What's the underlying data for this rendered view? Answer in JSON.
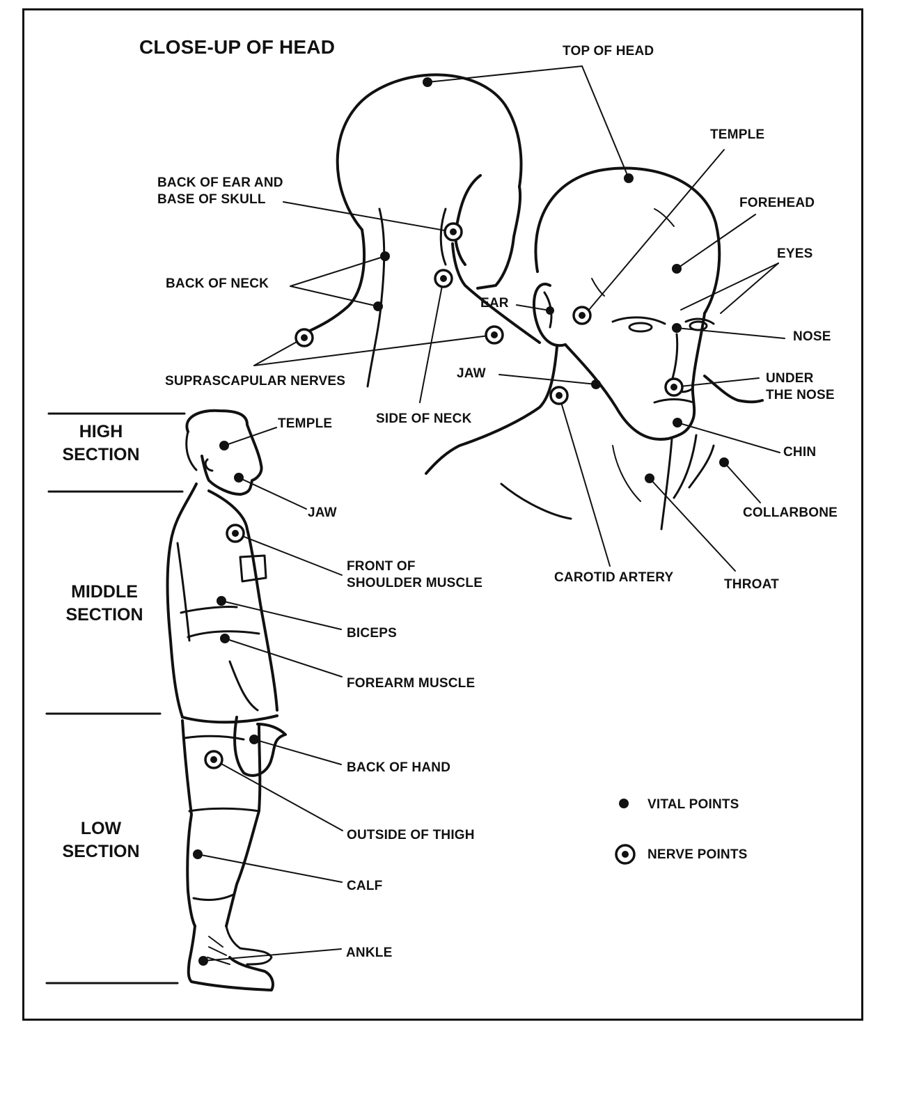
{
  "title": "CLOSE-UP OF HEAD",
  "head_labels": {
    "top_of_head": "TOP OF HEAD",
    "temple": "TEMPLE",
    "back_of_ear": "BACK OF EAR AND\nBASE OF SKULL",
    "forehead": "FOREHEAD",
    "eyes": "EYES",
    "back_of_neck": "BACK OF NECK",
    "ear": "EAR",
    "nose": "NOSE",
    "jaw": "JAW",
    "under_the_nose": "UNDER\nTHE NOSE",
    "suprascapular": "SUPRASCAPULAR NERVES",
    "side_of_neck": "SIDE OF NECK",
    "chin": "CHIN",
    "collarbone": "COLLARBONE",
    "carotid_artery": "CAROTID ARTERY",
    "throat": "THROAT"
  },
  "sections": {
    "high": "HIGH\nSECTION",
    "middle": "MIDDLE\nSECTION",
    "low": "LOW\nSECTION"
  },
  "body_labels": {
    "temple": "TEMPLE",
    "jaw": "JAW",
    "front_shoulder": "FRONT OF\nSHOULDER MUSCLE",
    "biceps": "BICEPS",
    "forearm": "FOREARM MUSCLE",
    "back_of_hand": "BACK OF HAND",
    "outside_thigh": "OUTSIDE OF THIGH",
    "calf": "CALF",
    "ankle": "ANKLE"
  },
  "legend": {
    "vital": "VITAL POINTS",
    "nerve": "NERVE POINTS"
  },
  "colors": {
    "ink": "#111111",
    "paper": "#ffffff"
  }
}
